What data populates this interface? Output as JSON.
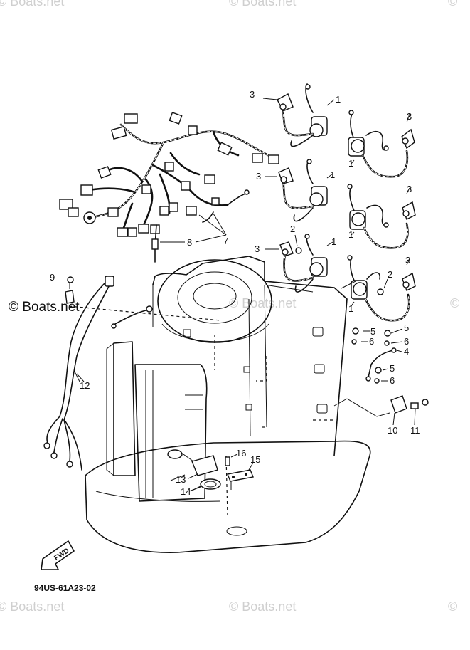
{
  "watermark": {
    "text": "Boats.net",
    "symbol": "©"
  },
  "diagram_code": "94US-61A23-02",
  "fwd_arrow": {
    "label": "FWD"
  },
  "callouts": {
    "c1a": "1",
    "c1b": "1",
    "c1c": "1",
    "c1d": "1",
    "c1e": "1",
    "c1f": "1",
    "c2a": "2",
    "c2b": "2",
    "c3a": "3",
    "c3b": "3",
    "c3c": "3",
    "c3d": "3",
    "c3e": "3",
    "c3f": "3",
    "c4": "4",
    "c5a": "5",
    "c5b": "5",
    "c5c": "5",
    "c6a": "6",
    "c6b": "6",
    "c6c": "6",
    "c7": "7",
    "c8": "8",
    "c9": "9",
    "c10": "10",
    "c11": "11",
    "c12": "12",
    "c13": "13",
    "c14": "14",
    "c15": "15",
    "c16": "16"
  }
}
